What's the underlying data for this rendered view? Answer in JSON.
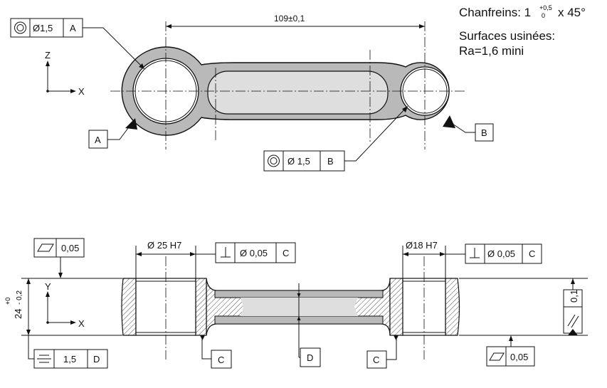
{
  "notes": {
    "chamfer_label": "Chanfreins: 1",
    "chamfer_tol_upper": "+0,5",
    "chamfer_tol_lower": "0",
    "chamfer_angle": "x 45°",
    "surfaces_label": "Surfaces usinées:",
    "roughness": "Ra=1,6 mini"
  },
  "top_view": {
    "center_distance": "109±0,1",
    "axis_z": "Z",
    "axis_x": "X",
    "fcf_a": {
      "value": "Ø1,5",
      "datum": "A"
    },
    "fcf_b": {
      "value": "Ø 1,5",
      "datum": "B"
    },
    "datum_a": "A",
    "datum_b": "B"
  },
  "bottom_view": {
    "big_bore": "Ø 25 H7",
    "small_bore": "Ø18 H7",
    "fcf_perp_big": {
      "value": "Ø 0,05",
      "datum": "C"
    },
    "fcf_perp_small": {
      "value": "Ø 0,05",
      "datum": "C"
    },
    "flatness_top": "0,05",
    "flatness_bottom": "0,05",
    "thickness": "24",
    "thickness_tol_upper": "+0",
    "thickness_tol_lower": "- 0,2",
    "symmetry": {
      "value": "1,5",
      "datum": "D"
    },
    "parallelism": "0,1",
    "axis_y": "Y",
    "axis_x": "X",
    "datum_c": "C",
    "datum_d": "D"
  },
  "colors": {
    "part_gray": "#b9b9b9",
    "face_gray": "#dedede"
  }
}
